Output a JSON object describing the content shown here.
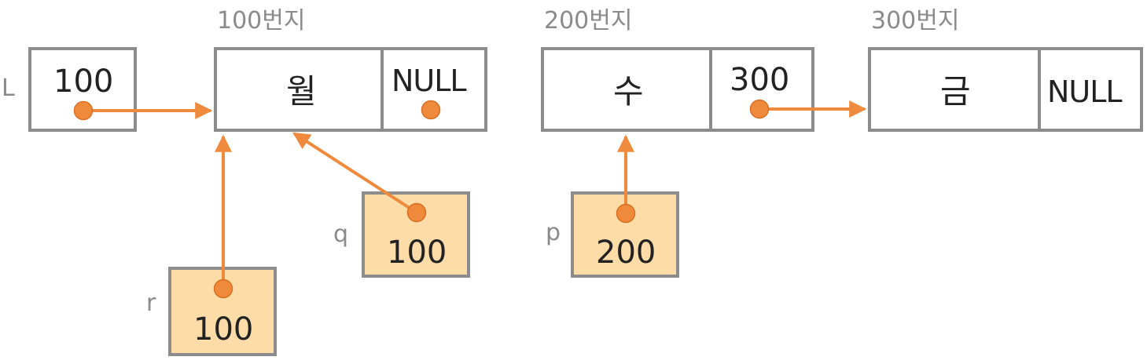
{
  "colors": {
    "pointer": "#ef8a3d",
    "box_border": "#8c8c8c",
    "var_fill": "#fddca8",
    "label_gray": "#8a8a8a"
  },
  "addresses": {
    "node1": "100번지",
    "node2": "200번지",
    "node3": "300번지"
  },
  "head": {
    "label": "L",
    "value": "100"
  },
  "nodes": [
    {
      "data": "월",
      "link": "NULL"
    },
    {
      "data": "수",
      "link": "300"
    },
    {
      "data": "금",
      "link": "NULL"
    }
  ],
  "variables": {
    "q": {
      "label": "q",
      "value": "100"
    },
    "r": {
      "label": "r",
      "value": "100"
    },
    "p": {
      "label": "p",
      "value": "200"
    }
  }
}
